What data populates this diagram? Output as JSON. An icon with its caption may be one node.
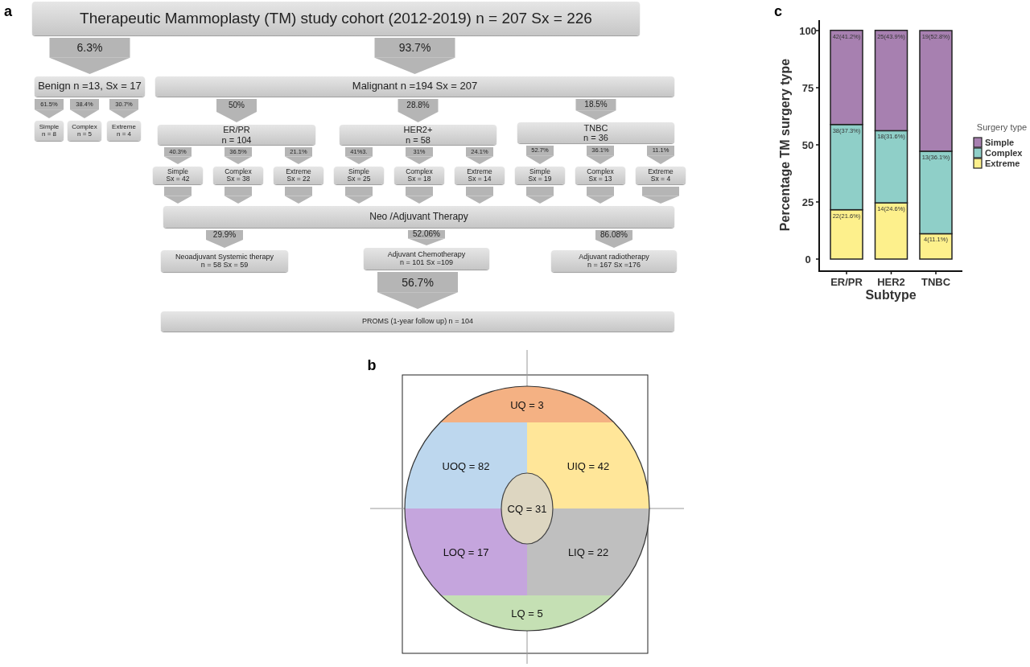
{
  "diagram": {
    "nodes": [
      {
        "text": [
          "Therapeutic Mammoplasty (TM) study cohort (2012-2019) n = 207 Sx = 226"
        ]
      },
      {
        "text": [
          "Benign n =13, Sx = 17"
        ]
      },
      {
        "text": [
          "Malignant n =194 Sx = 207"
        ]
      },
      {
        "text": [
          "Simple",
          "n = 8"
        ]
      },
      {
        "text": [
          "Complex",
          "n = 5"
        ]
      },
      {
        "text": [
          "Extreme",
          "n = 4"
        ]
      },
      {
        "text": [
          "ER/PR",
          "n = 104"
        ]
      },
      {
        "text": [
          "HER2+",
          "n = 58"
        ]
      },
      {
        "text": [
          "TNBC",
          "n = 36"
        ]
      },
      {
        "text": [
          "Simple",
          "Sx = 42"
        ]
      },
      {
        "text": [
          "Complex",
          "Sx = 38"
        ]
      },
      {
        "text": [
          "Extreme",
          "Sx = 22"
        ]
      },
      {
        "text": [
          "Simple",
          "Sx = 25"
        ]
      },
      {
        "text": [
          "Complex",
          "Sx = 18"
        ]
      },
      {
        "text": [
          "Extreme",
          "Sx = 14"
        ]
      },
      {
        "text": [
          "Simple",
          "Sx = 19"
        ]
      },
      {
        "text": [
          "Complex",
          "Sx = 13"
        ]
      },
      {
        "text": [
          "Extreme",
          "Sx = 4"
        ]
      },
      {
        "text": [
          "Neo /Adjuvant Therapy"
        ]
      },
      {
        "text": [
          "Neoadjuvant Systemic therapy",
          "n = 58 Sx = 59"
        ]
      },
      {
        "text": [
          "Adjuvant Chemotherapy",
          "n = 101 Sx =109"
        ]
      },
      {
        "text": [
          "Adjuvant radiotherapy",
          "n = 167 Sx =176"
        ]
      },
      {
        "text": [
          "PROMS (1-year follow up) n = 104"
        ]
      },
      {
        "text": [
          "UQ = 3"
        ]
      },
      {
        "text": [
          "UOQ = 82"
        ]
      },
      {
        "text": [
          "UIQ = 42"
        ]
      },
      {
        "text": [
          "CQ = 31"
        ]
      },
      {
        "text": [
          "LOQ = 17"
        ]
      },
      {
        "text": [
          "LIQ = 22"
        ]
      },
      {
        "text": [
          "LQ = 5"
        ]
      }
    ],
    "edges": [
      {
        "from": 0,
        "to": 1,
        "arrow": "to",
        "label": "6.3%",
        "style": "thick"
      },
      {
        "from": 0,
        "to": 2,
        "arrow": "to",
        "label": "93.7%",
        "style": "thick"
      },
      {
        "from": 1,
        "to": 3,
        "arrow": "to",
        "label": "61.5%"
      },
      {
        "from": 1,
        "to": 4,
        "arrow": "to",
        "label": "38.4%"
      },
      {
        "from": 1,
        "to": 5,
        "arrow": "to",
        "label": "30.7%"
      },
      {
        "from": 2,
        "to": 6,
        "arrow": "to",
        "label": "50%"
      },
      {
        "from": 2,
        "to": 7,
        "arrow": "to",
        "label": "28.8%"
      },
      {
        "from": 2,
        "to": 8,
        "arrow": "to",
        "label": "18.5%"
      },
      {
        "from": 6,
        "to": 9,
        "arrow": "to",
        "label": "40.3%"
      },
      {
        "from": 6,
        "to": 10,
        "arrow": "to",
        "label": "36.5%"
      },
      {
        "from": 6,
        "to": 11,
        "arrow": "to",
        "label": "21.1%"
      },
      {
        "from": 7,
        "to": 12,
        "arrow": "to",
        "label": "41%3."
      },
      {
        "from": 7,
        "to": 13,
        "arrow": "to",
        "label": "31%"
      },
      {
        "from": 7,
        "to": 14,
        "arrow": "to",
        "label": "24.1%"
      },
      {
        "from": 8,
        "to": 15,
        "arrow": "to",
        "label": "52.7%"
      },
      {
        "from": 8,
        "to": 16,
        "arrow": "to",
        "label": "36.1%"
      },
      {
        "from": 8,
        "to": 17,
        "arrow": "to",
        "label": "11.1%"
      },
      {
        "from": 9,
        "to": 18,
        "arrow": "to"
      },
      {
        "from": 10,
        "to": 18,
        "arrow": "to"
      },
      {
        "from": 11,
        "to": 18,
        "arrow": "to"
      },
      {
        "from": 12,
        "to": 18,
        "arrow": "to"
      },
      {
        "from": 13,
        "to": 18,
        "arrow": "to"
      },
      {
        "from": 14,
        "to": 18,
        "arrow": "to"
      },
      {
        "from": 15,
        "to": 18,
        "arrow": "to"
      },
      {
        "from": 16,
        "to": 18,
        "arrow": "to"
      },
      {
        "from": 17,
        "to": 18,
        "arrow": "to"
      },
      {
        "from": 18,
        "to": 19,
        "arrow": "to",
        "label": "29.9%"
      },
      {
        "from": 18,
        "to": 20,
        "arrow": "to",
        "label": "52.06%"
      },
      {
        "from": 18,
        "to": 21,
        "arrow": "to",
        "label": "86.08%"
      },
      {
        "from": 20,
        "to": 22,
        "arrow": "to",
        "label": "56.7%",
        "style": "thick"
      }
    ],
    "labels": [
      "a",
      "b",
      "c"
    ],
    "chart_data": {
      "type": "bar",
      "stacked": true,
      "orientation": "vertical",
      "xlabel": "Subtype",
      "ylabel": "Percentage TM surgery type",
      "categories": [
        "ER/PR",
        "HER2",
        "TNBC"
      ],
      "ylim": [
        0,
        100
      ],
      "yticks": [
        0,
        25,
        50,
        75,
        100
      ],
      "legend": {
        "title": "Surgery type"
      },
      "series": [
        {
          "name": "Simple",
          "color": "#a780b0",
          "values": [
            41.2,
            43.9,
            52.8
          ]
        },
        {
          "name": "Complex",
          "color": "#8fcfc8",
          "values": [
            37.3,
            31.6,
            36.1
          ]
        },
        {
          "name": "Extreme",
          "color": "#fdf08c",
          "values": [
            21.6,
            24.6,
            11.1
          ]
        }
      ],
      "value_labels": [
        [
          "42(41.2%)",
          "25(43.9%)",
          "19(52.8%)"
        ],
        [
          "38(37.3%)",
          "18(31.6%)",
          "13(36.1%)"
        ],
        [
          "22(21.6%)",
          "14(24.6%)",
          "4(11.1%)"
        ]
      ]
    }
  }
}
